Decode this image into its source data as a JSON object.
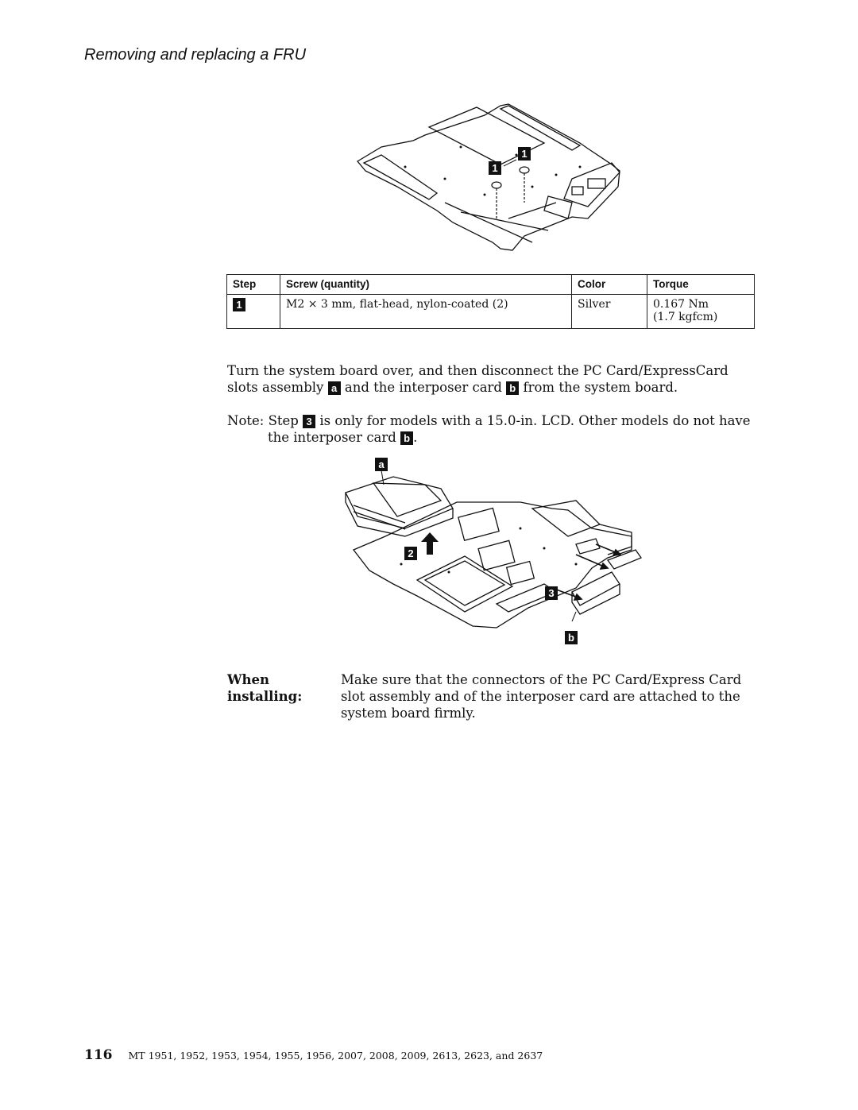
{
  "header": {
    "title": "Removing and replacing a FRU"
  },
  "figure1": {
    "callouts": [
      "1",
      "1"
    ]
  },
  "table": {
    "headers": [
      "Step",
      "Screw (quantity)",
      "Color",
      "Torque"
    ],
    "rows": [
      {
        "step": "1",
        "screw": "M2 × 3 mm, flat-head, nylon-coated (2)",
        "color": "Silver",
        "torque_line1": "0.167 Nm",
        "torque_line2": "(1.7 kgfcm)"
      }
    ]
  },
  "instruction": {
    "part1": "Turn the system board over, and then disconnect the PC Card/ExpressCard slots assembly",
    "badge_a": "a",
    "part2": "and the interposer card",
    "badge_b": "b",
    "part3": "from the system board."
  },
  "note": {
    "label": "Note:",
    "part1": "Step",
    "badge_3": "3",
    "part2": "is only for models with a 15.0-in. LCD. Other models do not have",
    "part3": "the interposer card",
    "badge_b": "b",
    "part4": "."
  },
  "figure2": {
    "callouts": [
      "a",
      "2",
      "3",
      "b"
    ]
  },
  "installing": {
    "label": "When installing:",
    "text": "Make sure that the connectors of the PC Card/Express Card slot assembly and of the interposer card are attached to the system board firmly."
  },
  "footer": {
    "page_number": "116",
    "text": "MT 1951, 1952, 1953, 1954, 1955, 1956, 2007, 2008, 2009, 2613, 2623, and 2637"
  }
}
